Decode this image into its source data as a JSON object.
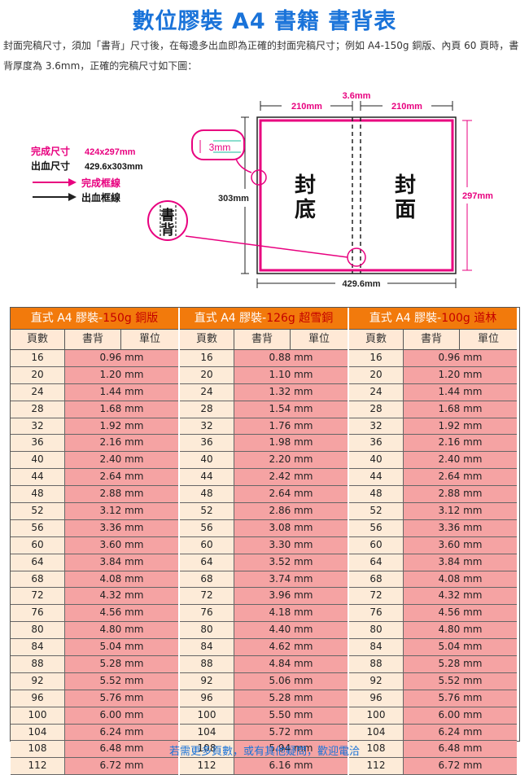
{
  "title": "數位膠裝 A4 書籍  書背表",
  "intro": "封面完稿尺寸，須加「書背」尺寸後，在每邊多出血即為正確的封面完稿尺寸；例如 A4-150g 銅版、內頁 60 頁時，書背厚度為 3.6mm，正確的完稿尺寸如下圖：",
  "diagram": {
    "spine_label": "3.6mm",
    "left_width": "210mm",
    "right_width": "210mm",
    "bleed_label": "3mm",
    "finished_label": "完成尺寸",
    "finished_value": "424x297mm",
    "bleed_size_label": "出血尺寸",
    "bleed_size_value": "429.6x303mm",
    "legend_finished": "完成框線",
    "legend_bleed": "出血框線",
    "height_bleed": "303mm",
    "height_finished": "297mm",
    "total_width": "429.6mm",
    "back_cover": [
      "封",
      "底"
    ],
    "front_cover": [
      "封",
      "面"
    ],
    "spine_zoom": [
      "書",
      "背"
    ],
    "colors": {
      "finished": "#e8007f",
      "bleed": "#222222",
      "accent": "#1a73d9"
    }
  },
  "tables": [
    {
      "title_pre": "直式 A4 膠裝-",
      "title_hl": "150g 銅版",
      "columns": [
        "頁數",
        "書背",
        "單位"
      ],
      "rows": [
        [
          "16",
          "0.96 mm"
        ],
        [
          "20",
          "1.20 mm"
        ],
        [
          "24",
          "1.44 mm"
        ],
        [
          "28",
          "1.68 mm"
        ],
        [
          "32",
          "1.92 mm"
        ],
        [
          "36",
          "2.16 mm"
        ],
        [
          "40",
          "2.40 mm"
        ],
        [
          "44",
          "2.64 mm"
        ],
        [
          "48",
          "2.88 mm"
        ],
        [
          "52",
          "3.12 mm"
        ],
        [
          "56",
          "3.36 mm"
        ],
        [
          "60",
          "3.60 mm"
        ],
        [
          "64",
          "3.84 mm"
        ],
        [
          "68",
          "4.08 mm"
        ],
        [
          "72",
          "4.32 mm"
        ],
        [
          "76",
          "4.56 mm"
        ],
        [
          "80",
          "4.80 mm"
        ],
        [
          "84",
          "5.04 mm"
        ],
        [
          "88",
          "5.28 mm"
        ],
        [
          "92",
          "5.52 mm"
        ],
        [
          "96",
          "5.76 mm"
        ],
        [
          "100",
          "6.00 mm"
        ],
        [
          "104",
          "6.24 mm"
        ],
        [
          "108",
          "6.48 mm"
        ],
        [
          "112",
          "6.72 mm"
        ]
      ]
    },
    {
      "title_pre": "直式 A4 膠裝-",
      "title_hl": "126g 超雪銅",
      "columns": [
        "頁數",
        "書背",
        "單位"
      ],
      "rows": [
        [
          "16",
          "0.88 mm"
        ],
        [
          "20",
          "1.10 mm"
        ],
        [
          "24",
          "1.32 mm"
        ],
        [
          "28",
          "1.54 mm"
        ],
        [
          "32",
          "1.76 mm"
        ],
        [
          "36",
          "1.98 mm"
        ],
        [
          "40",
          "2.20 mm"
        ],
        [
          "44",
          "2.42 mm"
        ],
        [
          "48",
          "2.64 mm"
        ],
        [
          "52",
          "2.86 mm"
        ],
        [
          "56",
          "3.08 mm"
        ],
        [
          "60",
          "3.30 mm"
        ],
        [
          "64",
          "3.52 mm"
        ],
        [
          "68",
          "3.74 mm"
        ],
        [
          "72",
          "3.96 mm"
        ],
        [
          "76",
          "4.18 mm"
        ],
        [
          "80",
          "4.40 mm"
        ],
        [
          "84",
          "4.62 mm"
        ],
        [
          "88",
          "4.84 mm"
        ],
        [
          "92",
          "5.06 mm"
        ],
        [
          "96",
          "5.28 mm"
        ],
        [
          "100",
          "5.50 mm"
        ],
        [
          "104",
          "5.72 mm"
        ],
        [
          "108",
          "5.94 mm"
        ],
        [
          "112",
          "6.16 mm"
        ]
      ]
    },
    {
      "title_pre": "直式 A4 膠裝-",
      "title_hl": "100g 道林",
      "columns": [
        "頁數",
        "書背",
        "單位"
      ],
      "rows": [
        [
          "16",
          "0.96 mm"
        ],
        [
          "20",
          "1.20 mm"
        ],
        [
          "24",
          "1.44 mm"
        ],
        [
          "28",
          "1.68 mm"
        ],
        [
          "32",
          "1.92 mm"
        ],
        [
          "36",
          "2.16 mm"
        ],
        [
          "40",
          "2.40 mm"
        ],
        [
          "44",
          "2.64 mm"
        ],
        [
          "48",
          "2.88 mm"
        ],
        [
          "52",
          "3.12 mm"
        ],
        [
          "56",
          "3.36 mm"
        ],
        [
          "60",
          "3.60 mm"
        ],
        [
          "64",
          "3.84 mm"
        ],
        [
          "68",
          "4.08 mm"
        ],
        [
          "72",
          "4.32 mm"
        ],
        [
          "76",
          "4.56 mm"
        ],
        [
          "80",
          "4.80 mm"
        ],
        [
          "84",
          "5.04 mm"
        ],
        [
          "88",
          "5.28 mm"
        ],
        [
          "92",
          "5.52 mm"
        ],
        [
          "96",
          "5.76 mm"
        ],
        [
          "100",
          "6.00 mm"
        ],
        [
          "104",
          "6.24 mm"
        ],
        [
          "108",
          "6.48 mm"
        ],
        [
          "112",
          "6.72 mm"
        ]
      ]
    }
  ],
  "footer": "若需更多頁數，或有其他疑問，歡迎電洽"
}
